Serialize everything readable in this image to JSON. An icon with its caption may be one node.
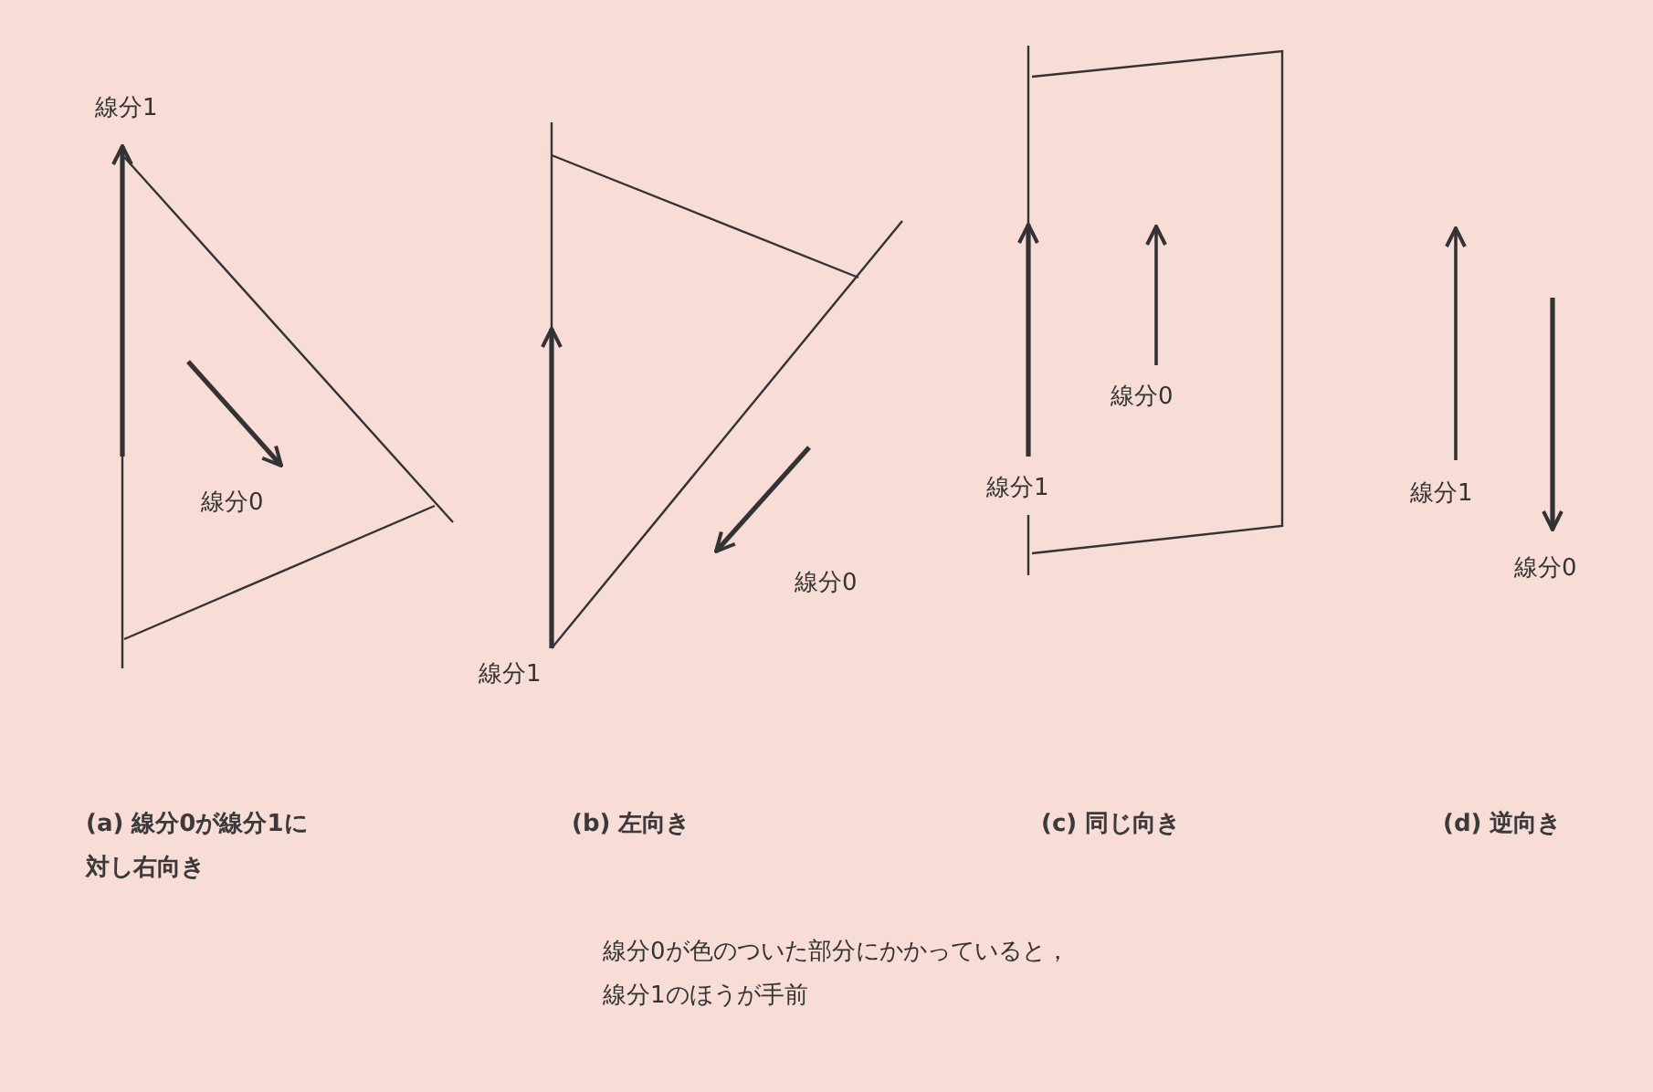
{
  "diagram": {
    "labels": [
      "線分1",
      "線分0",
      "線分1",
      "線分0",
      "線分0",
      "線分1",
      "線分1",
      "線分0",
      "(a) 線分0が線分1に対し右向き",
      "(b) 左向き",
      "(c) 同じ向き",
      "(d) 逆向き",
      "線分0が色のついた部分にかかっていると，線分1のほうが手前"
    ]
  }
}
